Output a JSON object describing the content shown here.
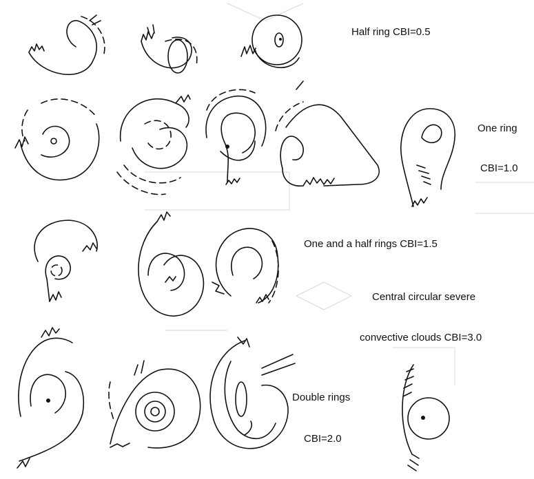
{
  "labels": {
    "half_ring": "Half ring CBI=0.5",
    "one_ring": "One ring",
    "one_ring_cbi": "CBI=1.0",
    "one_half_rings": "One and a half rings CBI=1.5",
    "central_line1": "Central circular severe",
    "central_line2": "convective clouds CBI=3.0",
    "double_rings": "Double rings",
    "double_rings_cbi": "CBI=2.0"
  }
}
